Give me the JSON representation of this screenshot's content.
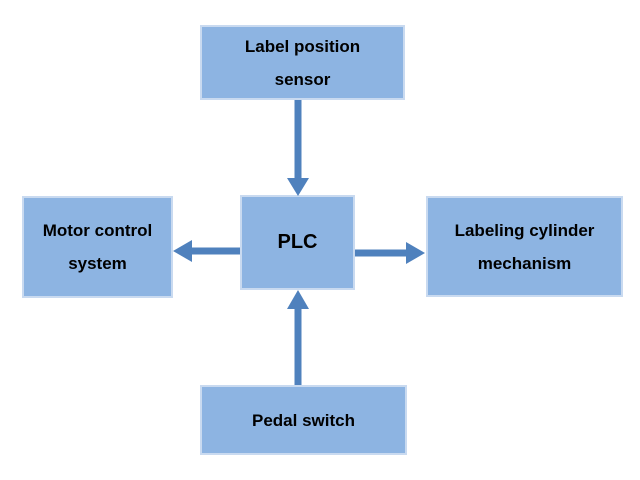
{
  "diagram": {
    "nodes": {
      "sensor": {
        "label": "Label position sensor"
      },
      "motor": {
        "label": "Motor control system"
      },
      "plc": {
        "label": "PLC"
      },
      "cylinder": {
        "label": "Labeling cylinder mechanism"
      },
      "pedal": {
        "label": "Pedal switch"
      }
    },
    "edges": [
      {
        "from": "Label position sensor",
        "to": "PLC",
        "direction": "down"
      },
      {
        "from": "PLC",
        "to": "Motor control system",
        "direction": "left"
      },
      {
        "from": "PLC",
        "to": "Labeling cylinder mechanism",
        "direction": "right"
      },
      {
        "from": "Pedal switch",
        "to": "PLC",
        "direction": "up"
      }
    ],
    "colors": {
      "background": "#ffffff",
      "node_fill": "#8db4e2",
      "node_border": "#c9daf0",
      "arrow": "#4f81bd",
      "text": "#000000"
    }
  }
}
